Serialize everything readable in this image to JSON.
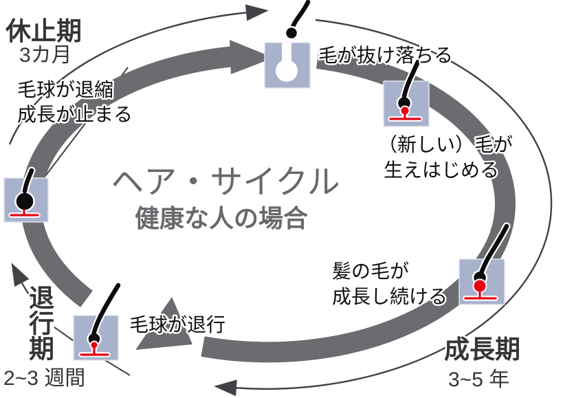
{
  "diagram": {
    "title": "ヘア・サイクル",
    "subtitle": "健康な人の場合",
    "phases": {
      "telogen": {
        "name": "休止期",
        "duration": "3カ月",
        "note_line1": "毛球が退縮",
        "note_line2": "成長が止まる"
      },
      "shedding": {
        "note": "毛が抜け落ちる"
      },
      "new_hair": {
        "note_line1": "（新しい）毛が",
        "note_line2": "生えはじめる"
      },
      "anagen": {
        "name": "成長期",
        "duration": "3~5 年",
        "note_line1": "髪の毛が",
        "note_line2": "成長し続ける"
      },
      "catagen": {
        "name": "退行期",
        "duration": "2~3 週間",
        "note": "毛球が退行"
      }
    },
    "colors": {
      "band": "#6c6c70",
      "thin_arrow": "#414146",
      "square": "#a9b2cc",
      "red": "#e60012",
      "title_gray": "#68686c",
      "label_dark": "#353538"
    }
  }
}
